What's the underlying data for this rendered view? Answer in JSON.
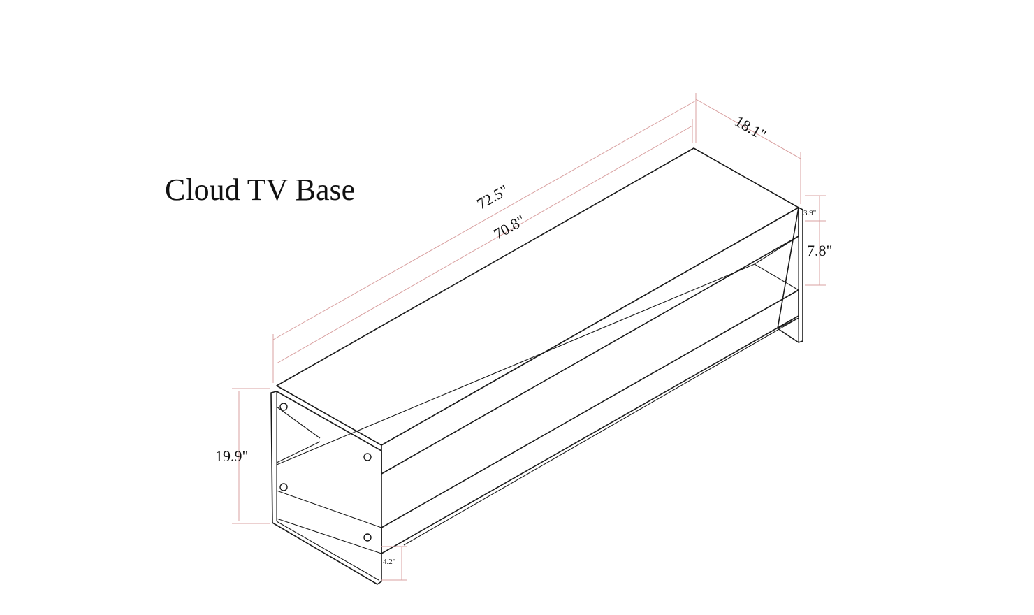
{
  "title": "Cloud TV Base",
  "dimensions": {
    "overall_length": "72.5\"",
    "shelf_length": "70.8\"",
    "depth": "18.1\"",
    "height": "19.9\"",
    "top_thickness": "3.9\"",
    "shelf_gap": "7.8\"",
    "bottom_clearance": "4.2\""
  },
  "colors": {
    "lines": "#1a1a1a",
    "dimension_lines": "#d9a0a0",
    "background": "#ffffff"
  }
}
